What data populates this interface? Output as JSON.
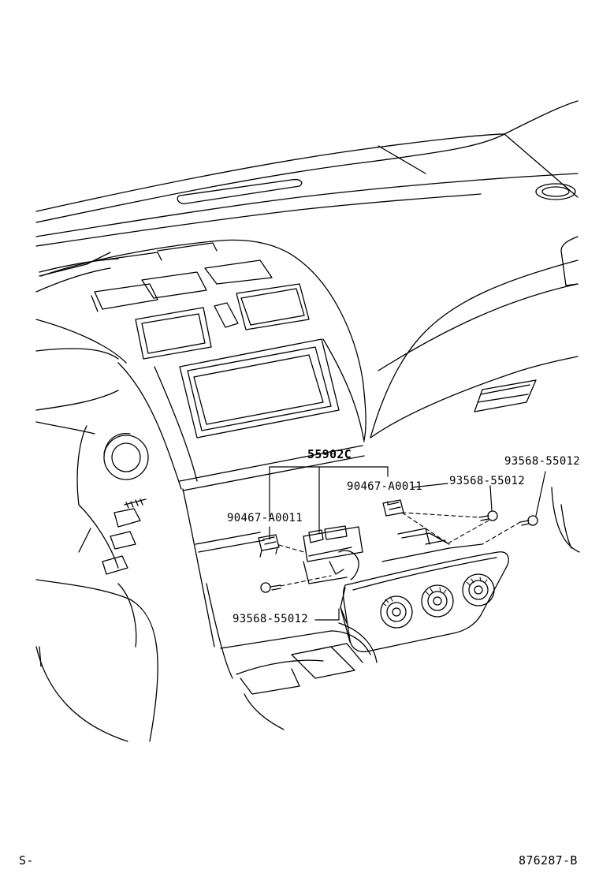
{
  "callouts": {
    "assembly": "55902C",
    "clip_left": "90467-A0011",
    "clip_right": "90467-A0011",
    "screw_mid": "93568-55012",
    "screw_far": "93568-55012",
    "screw_bottom": "93568-55012"
  },
  "footer": {
    "left_code": "S-",
    "diagram_id": "876287-B"
  }
}
